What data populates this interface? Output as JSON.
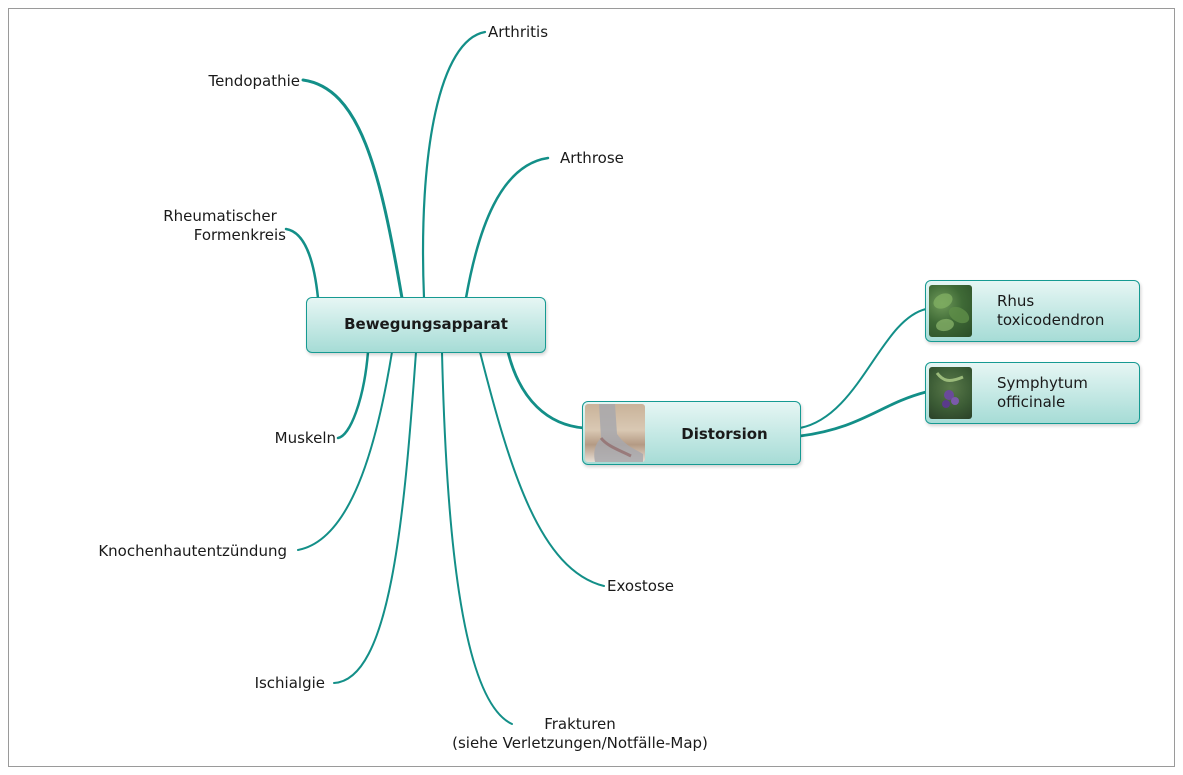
{
  "central": {
    "label": "Bewegungsapparat"
  },
  "branches": {
    "arthritis": "Arthritis",
    "tendopathie": "Tendopathie",
    "arthrose": "Arthrose",
    "rheuma_line1": "Rheumatischer",
    "rheuma_line2": "Formenkreis",
    "muskeln": "Muskeln",
    "knochen": "Knochenhautentzündung",
    "ischialgie": "Ischialgie",
    "frakturen_line1": "Frakturen",
    "frakturen_line2": "(siehe Verletzungen/Notfälle-Map)",
    "exostose": "Exostose"
  },
  "distorsion": {
    "label": "Distorsion",
    "remedies": [
      {
        "line1": "Rhus",
        "line2": "toxicodendron"
      },
      {
        "line1": "Symphytum",
        "line2": "officinale"
      }
    ]
  },
  "colors": {
    "branch": "#138f88",
    "node_border": "#169a92"
  }
}
